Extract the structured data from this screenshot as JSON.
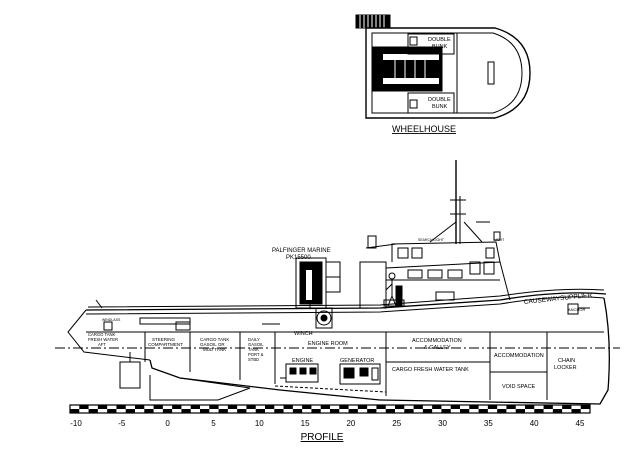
{
  "wheelhouse": {
    "title": "WHEELHOUSE",
    "bunk_top": [
      "DOUBLE",
      "BUNK"
    ],
    "bunk_bottom": [
      "DOUBLE",
      "BUNK"
    ]
  },
  "profile": {
    "title": "PROFILE",
    "boat_name": "CAUSEWAYSUPPLIER",
    "crane": [
      "PALFINGER MARINE",
      "PK15500"
    ],
    "labels": {
      "cargo_tank_aft": [
        "CARGO TANK",
        "FRESH WATER",
        "AFT"
      ],
      "steering": [
        "STEERING",
        "COMPARTMENT"
      ],
      "cargo_tank_gasoil": [
        "CARGO TANK",
        "GASOIL OR",
        "MUD TANK"
      ],
      "daily_gasoil": [
        "DAILY",
        "GASOIL",
        "TANK",
        "PORT &",
        "STBD"
      ],
      "winch": "WINCH",
      "engine_room": "ENGINE ROOM",
      "engine": "ENGINE",
      "generator": "GENERATOR",
      "accommodation_galley": [
        "ACCOMMODATION",
        "& GALLEY"
      ],
      "cargo_fresh_water": "CARGO FRESH WATER TANK",
      "accommodation": "ACCOMMODATION",
      "void_space": "VOID SPACE",
      "chain_locker": [
        "CHAIN",
        "LOCKER"
      ],
      "anchor": "ANCHOR",
      "search_light": "SEARCH LIGHT",
      "mast_light": "LIGHT",
      "windlass": "WINDLASS"
    }
  },
  "scale": {
    "ticks": [
      "-10",
      "-5",
      "0",
      "5",
      "10",
      "15",
      "20",
      "25",
      "30",
      "35",
      "40",
      "45"
    ]
  }
}
